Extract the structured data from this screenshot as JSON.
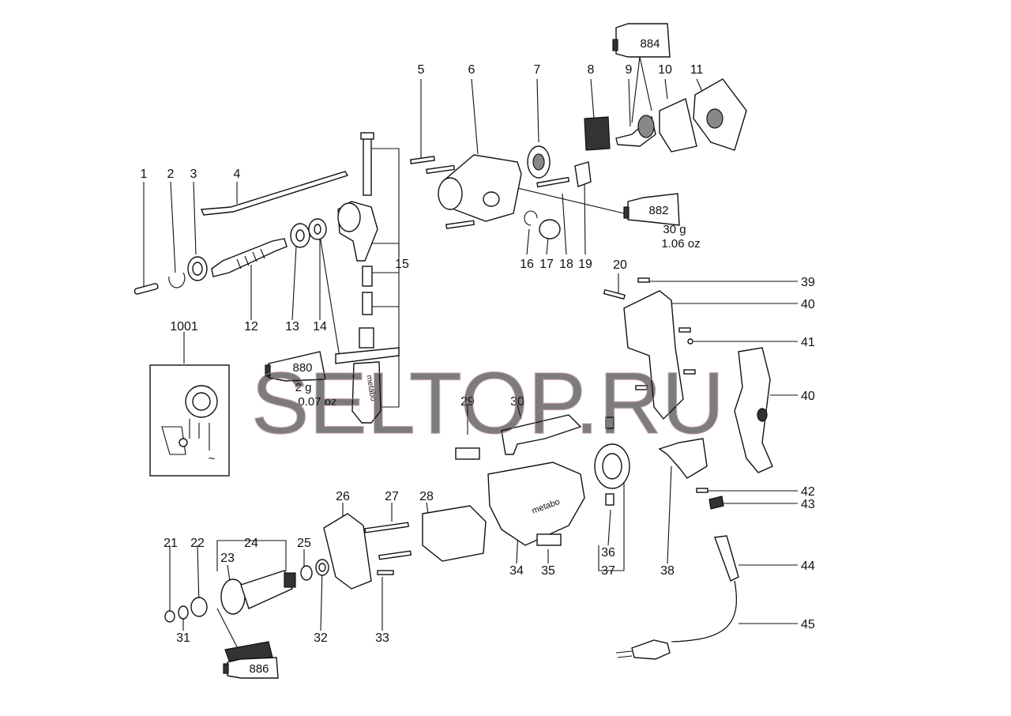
{
  "watermark": "SELTOP.RU",
  "callouts": {
    "c1": "1",
    "c2": "2",
    "c3": "3",
    "c4": "4",
    "c5": "5",
    "c6": "6",
    "c7": "7",
    "c8": "8",
    "c9": "9",
    "c10": "10",
    "c11": "11",
    "c12": "12",
    "c13": "13",
    "c14": "14",
    "c15": "15",
    "c16": "16",
    "c17": "17",
    "c18": "18",
    "c19": "19",
    "c20": "20",
    "c21": "21",
    "c22": "22",
    "c23": "23",
    "c24": "24",
    "c25": "25",
    "c26": "26",
    "c27": "27",
    "c28": "28",
    "c29": "29",
    "c30": "30",
    "c31": "31",
    "c32": "32",
    "c33": "33",
    "c34": "34",
    "c35": "35",
    "c36": "36",
    "c37": "37",
    "c38": "38",
    "c39": "39",
    "c40a": "40",
    "c40b": "40",
    "c41": "41",
    "c42": "42",
    "c43": "43",
    "c44": "44",
    "c45": "45",
    "c1001": "1001"
  },
  "grease_tubes": {
    "t884": {
      "label": "884"
    },
    "t882": {
      "label": "882",
      "amount": "30 g",
      "amount_oz": "1.06 oz"
    },
    "t880": {
      "label": "880",
      "amount": "2 g",
      "amount_oz": "0.07 oz"
    },
    "t886": {
      "label": "886"
    }
  },
  "brand_mark": "metabo",
  "wiring_symbol": "~",
  "colors": {
    "ink": "#111111",
    "watermark": "#d4b0b0"
  }
}
